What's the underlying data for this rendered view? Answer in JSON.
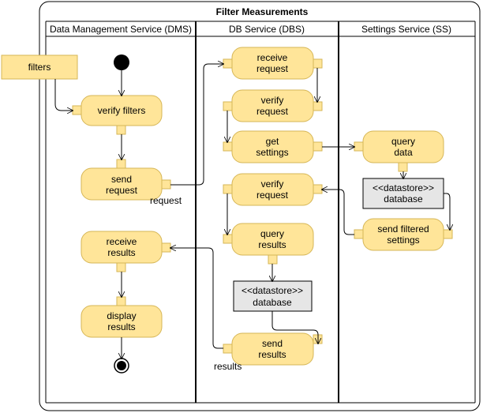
{
  "frame": {
    "title": "Filter Measurements"
  },
  "lanes": [
    {
      "title": "Data Management Service (DMS)"
    },
    {
      "title": "DB Service (DBS)"
    },
    {
      "title": "Settings Service (SS)"
    }
  ],
  "external": {
    "filters": "filters"
  },
  "dms": {
    "verify_filters": "verify filters",
    "send_request": [
      "send",
      "request"
    ],
    "receive_results": [
      "receive",
      "results"
    ],
    "display_results": [
      "display",
      "results"
    ]
  },
  "dbs": {
    "receive_request": [
      "receive",
      "request"
    ],
    "verify_request_1": [
      "verify",
      "request"
    ],
    "get_settings": [
      "get",
      "settings"
    ],
    "verify_request_2": [
      "verify",
      "request"
    ],
    "query_results": [
      "query",
      "results"
    ],
    "datastore": [
      "<<datastore>>",
      "database"
    ],
    "send_results": [
      "send",
      "results"
    ]
  },
  "ss": {
    "query_data": [
      "query",
      "data"
    ],
    "datastore": [
      "<<datastore>>",
      "database"
    ],
    "send_filtered_settings": [
      "send filtered",
      "settings"
    ]
  },
  "edge_labels": {
    "request": "request",
    "results": "results"
  },
  "colors": {
    "action_fill": "#ffe599",
    "action_stroke": "#d6b656",
    "store_fill": "#e6e6e6"
  }
}
